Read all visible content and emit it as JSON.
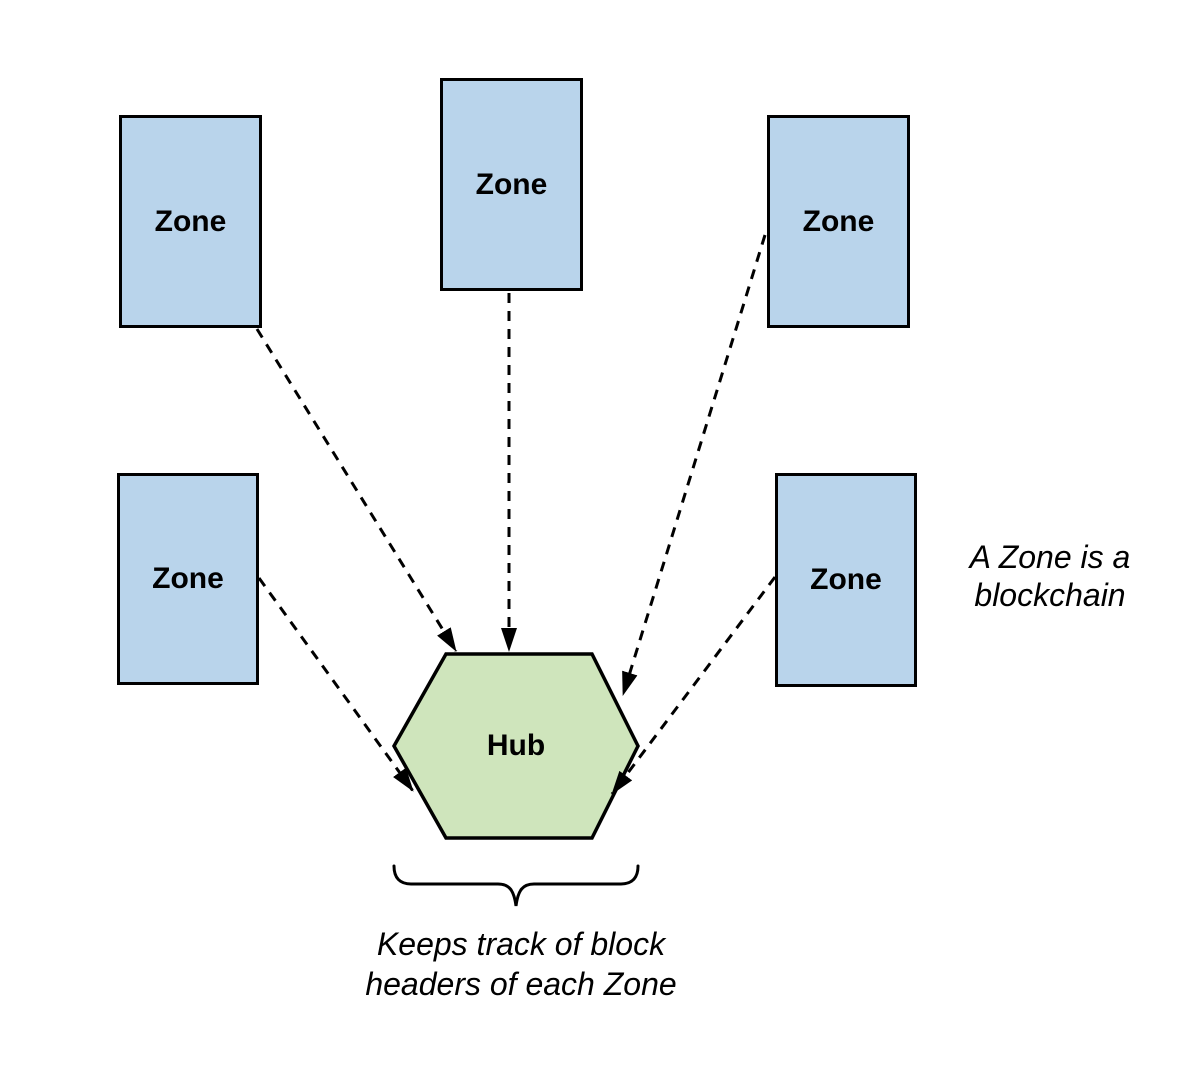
{
  "styles": {
    "canvas_bg": "#ffffff",
    "zone_fill": "#B9D4EB",
    "hub_fill": "#CFE5BC",
    "line_color": "#000000"
  },
  "zones": [
    {
      "id": "top-left",
      "label": "Zone"
    },
    {
      "id": "top-center",
      "label": "Zone"
    },
    {
      "id": "top-right",
      "label": "Zone"
    },
    {
      "id": "mid-left",
      "label": "Zone"
    },
    {
      "id": "mid-right",
      "label": "Zone"
    }
  ],
  "hub": {
    "label": "Hub"
  },
  "notes": {
    "side": {
      "lines": [
        "A Zone is a",
        "blockchain"
      ]
    },
    "bottom": {
      "lines": [
        "Keeps track of block",
        "headers of each Zone"
      ]
    }
  }
}
